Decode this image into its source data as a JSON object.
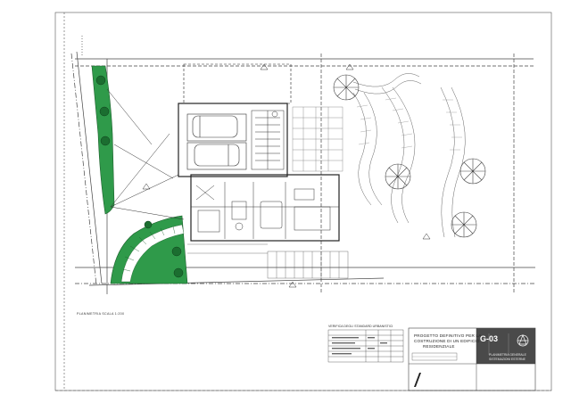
{
  "drawing": {
    "sheet_code": "G-03",
    "title_lines": [
      "PROGETTO DEFINITIVO PER LA",
      "COSTRUZIONE DI UN EDIFICIO",
      "RESIDENZIALE"
    ],
    "scale_note": "PLANIMETRIA  SCALA 1:200",
    "schedule_title": "VERIFICA DEGLI STANDARD URBANISTICI",
    "white_lines": [
      "PLANIMETRIA GENERALE",
      "SISTEMAZIONI ESTERNE"
    ]
  },
  "colors": {
    "lawn": "#2f9a4a",
    "line": "#3a3a3a",
    "titleblock_dark": "#4a4a4a"
  },
  "icons": [
    "tree-icon",
    "north-arrow-icon",
    "logo-icon"
  ]
}
